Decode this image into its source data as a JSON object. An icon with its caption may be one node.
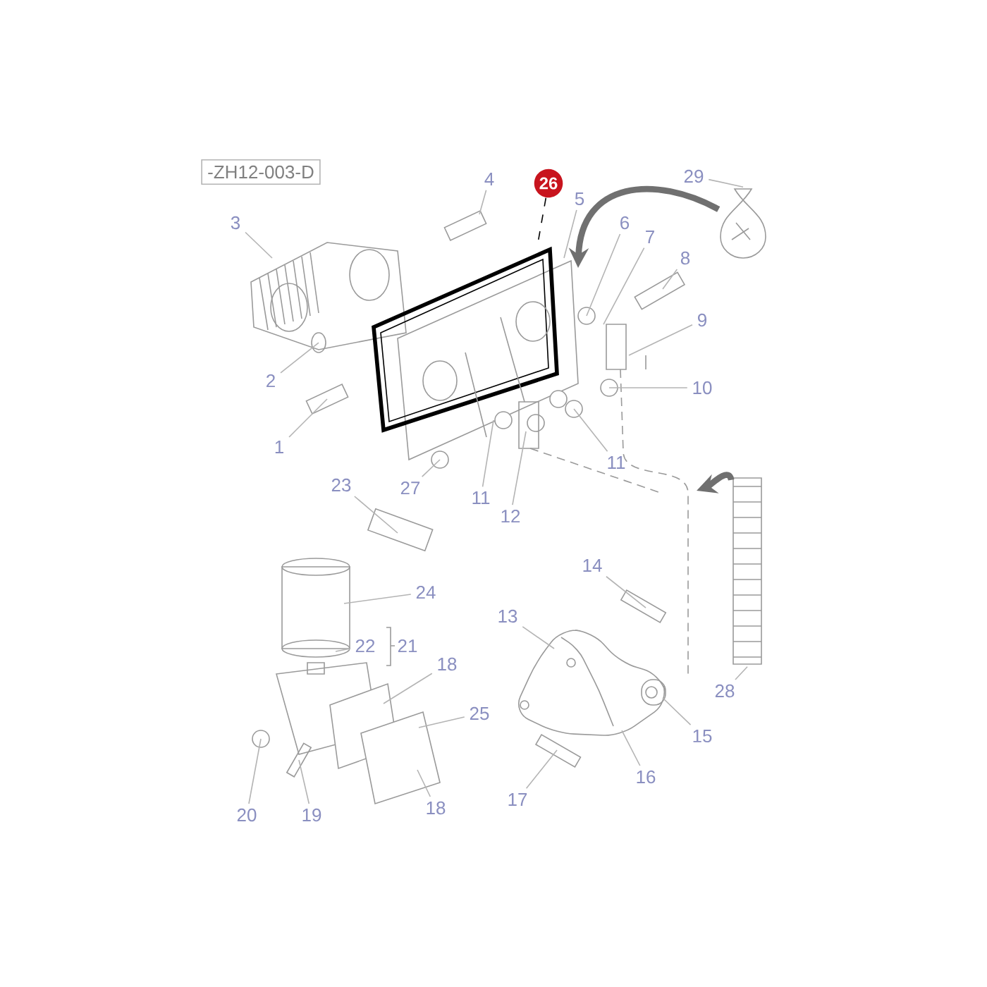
{
  "diagram": {
    "nodes": [
      {
        "text": [
          "29"
        ]
      },
      {
        "text": [
          "26"
        ]
      },
      {
        "text": [
          "4"
        ]
      },
      {
        "text": [
          "5"
        ]
      },
      {
        "text": [
          "3"
        ]
      },
      {
        "text": [
          "6"
        ]
      },
      {
        "text": [
          "7"
        ]
      },
      {
        "text": [
          "8"
        ]
      },
      {
        "text": [
          "9"
        ]
      },
      {
        "text": [
          "2"
        ]
      },
      {
        "text": [
          "10"
        ]
      },
      {
        "text": [
          "1"
        ]
      },
      {
        "text": [
          "11"
        ]
      },
      {
        "text": [
          "27"
        ]
      },
      {
        "text": [
          "23"
        ]
      },
      {
        "text": [
          "11"
        ]
      },
      {
        "text": [
          "12"
        ]
      },
      {
        "text": [
          "14"
        ]
      },
      {
        "text": [
          "13"
        ]
      },
      {
        "text": [
          "24"
        ]
      },
      {
        "text": [
          "22"
        ]
      },
      {
        "text": [
          "18"
        ]
      },
      {
        "text": [
          "25"
        ]
      },
      {
        "text": [
          "28"
        ]
      },
      {
        "text": [
          "15"
        ]
      },
      {
        "text": [
          "16"
        ]
      },
      {
        "text": [
          "17"
        ]
      },
      {
        "text": [
          "18"
        ]
      },
      {
        "text": [
          "20"
        ]
      },
      {
        "text": [
          "19"
        ]
      },
      {
        "text": [],
        "shape": "picture"
      },
      {
        "text": [],
        "shape": "picture"
      }
    ],
    "edges": [
      {
        "from": 0,
        "to": 30,
        "arrow": "none"
      },
      {
        "from": 1,
        "to": null,
        "arrow": "none",
        "style": "dashed",
        "color": "#000000"
      },
      {
        "from": 2,
        "to": null,
        "arrow": "none"
      },
      {
        "from": 3,
        "to": null,
        "arrow": "none"
      },
      {
        "from": 4,
        "to": null,
        "arrow": "none"
      },
      {
        "from": 5,
        "to": null,
        "arrow": "none"
      },
      {
        "from": 6,
        "to": null,
        "arrow": "none"
      },
      {
        "from": 7,
        "to": null,
        "arrow": "none"
      },
      {
        "from": 8,
        "to": null,
        "arrow": "none"
      },
      {
        "from": 9,
        "to": null,
        "arrow": "none"
      },
      {
        "from": 10,
        "to": null,
        "arrow": "none"
      },
      {
        "from": 11,
        "to": null,
        "arrow": "none"
      },
      {
        "from": 12,
        "to": null,
        "arrow": "none"
      },
      {
        "from": 13,
        "to": null,
        "arrow": "none"
      },
      {
        "from": 14,
        "to": null,
        "arrow": "none"
      },
      {
        "from": 15,
        "to": null,
        "arrow": "none"
      },
      {
        "from": 16,
        "to": null,
        "arrow": "none"
      },
      {
        "from": 17,
        "to": null,
        "arrow": "none"
      },
      {
        "from": 18,
        "to": null,
        "arrow": "none"
      },
      {
        "from": 19,
        "to": null,
        "arrow": "none"
      },
      {
        "from": 20,
        "to": null,
        "arrow": "none"
      },
      {
        "from": 21,
        "to": null,
        "arrow": "none"
      },
      {
        "from": 22,
        "to": null,
        "arrow": "none"
      },
      {
        "from": 23,
        "to": 31,
        "arrow": "none"
      },
      {
        "from": 24,
        "to": null,
        "arrow": "none"
      },
      {
        "from": 25,
        "to": null,
        "arrow": "none"
      },
      {
        "from": 26,
        "to": null,
        "arrow": "none"
      },
      {
        "from": 27,
        "to": null,
        "arrow": "none"
      },
      {
        "from": 28,
        "to": null,
        "arrow": "none"
      },
      {
        "from": 29,
        "to": null,
        "arrow": "none"
      },
      {
        "from": 30,
        "to": null,
        "arrow": "to",
        "style": "thick",
        "color": "#707070"
      },
      {
        "from": 31,
        "to": null,
        "arrow": "to",
        "style": "thick",
        "color": "#707070"
      }
    ],
    "labels": [
      "-ZH12-003-D",
      "21"
    ]
  }
}
